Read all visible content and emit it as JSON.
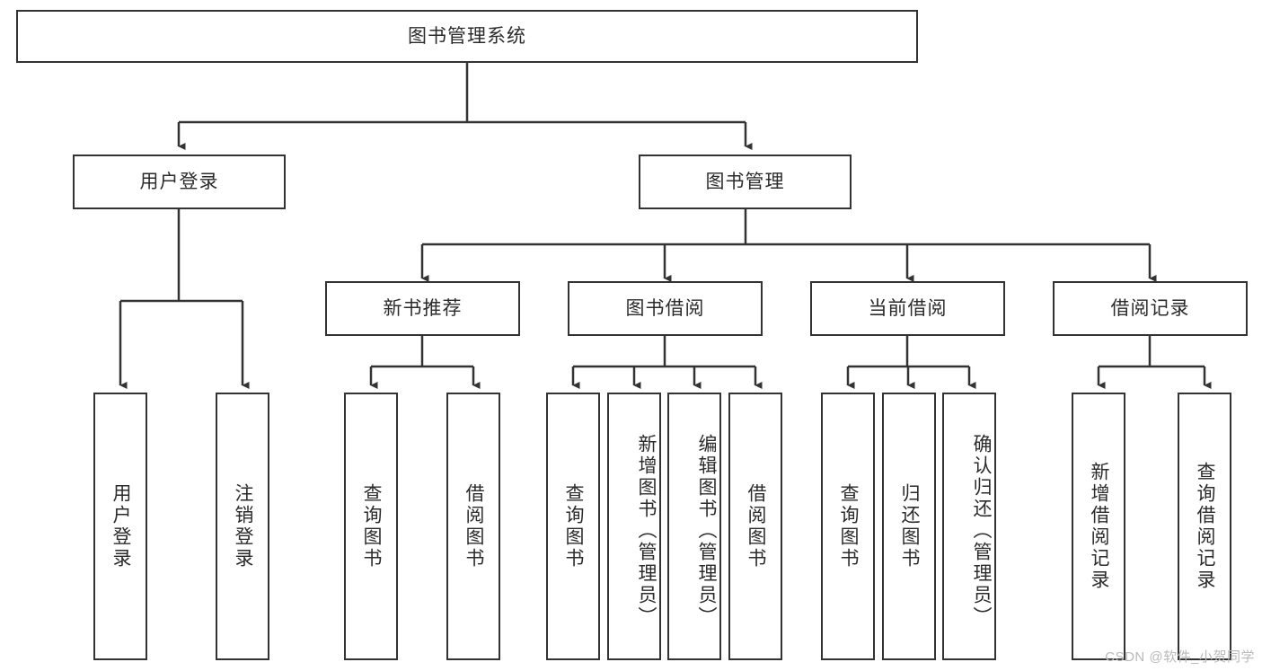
{
  "diagram": {
    "title": "图书管理系统",
    "watermark": "CSDN @软件_小贺同学",
    "colors": {
      "stroke": "#333333",
      "fill": "#ffffff",
      "text": "#2b2b2b",
      "watermark": "#b9b9b9"
    },
    "root": {
      "label": "图书管理系统"
    },
    "level2": [
      {
        "label": "用户登录"
      },
      {
        "label": "图书管理"
      }
    ],
    "level3": [
      {
        "label": "新书推荐"
      },
      {
        "label": "图书借阅"
      },
      {
        "label": "当前借阅"
      },
      {
        "label": "借阅记录"
      }
    ],
    "leaves": {
      "user_login": [
        {
          "label": "用户登录"
        },
        {
          "label": "注销登录"
        }
      ],
      "new_book": [
        {
          "label": "查询图书"
        },
        {
          "label": "借阅图书"
        }
      ],
      "book_borrow": [
        {
          "label": "查询图书"
        },
        {
          "label": "新增图书（管理员）"
        },
        {
          "label": "编辑图书（管理员）"
        },
        {
          "label": "借阅图书"
        }
      ],
      "current_borrow": [
        {
          "label": "查询图书"
        },
        {
          "label": "归还图书"
        },
        {
          "label": "确认归还（管理员）"
        }
      ],
      "borrow_record": [
        {
          "label": "新增借阅记录"
        },
        {
          "label": "查询借阅记录"
        }
      ]
    }
  }
}
